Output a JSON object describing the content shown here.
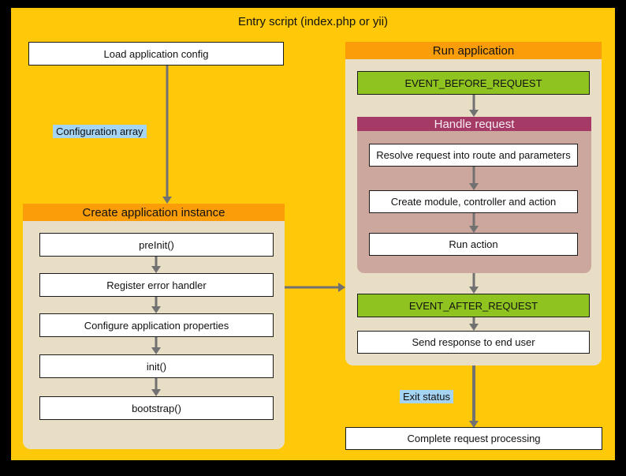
{
  "title": "Entry script (index.php or yii)",
  "left": {
    "load_box": "Load application config",
    "config_label": "Configuration array",
    "create_section": {
      "header": "Create application instance",
      "steps": [
        "preInit()",
        "Register error handler",
        "Configure application properties",
        "init()",
        "bootstrap()"
      ]
    }
  },
  "right": {
    "run_section": {
      "header": "Run application",
      "event_before": "EVENT_BEFORE_REQUEST",
      "handle_section": {
        "header": "Handle request",
        "steps": [
          "Resolve request into route and parameters",
          "Create module, controller and action",
          "Run action"
        ]
      },
      "event_after": "EVENT_AFTER_REQUEST",
      "send_response": "Send response to end user"
    },
    "exit_label": "Exit status",
    "complete_box": "Complete request processing"
  },
  "colors": {
    "background": "#000000",
    "canvas_yellow": "#FFC90A",
    "section_header_orange": "#FB9D09",
    "section_body_tan": "#E8DEC6",
    "handle_header_maroon": "#A53A67",
    "handle_body_rose": "#CBA79E",
    "event_green": "#8FC31F",
    "label_blue": "#A5D3F2",
    "arrow_gray": "#717171",
    "box_white": "#FFFFFF"
  }
}
